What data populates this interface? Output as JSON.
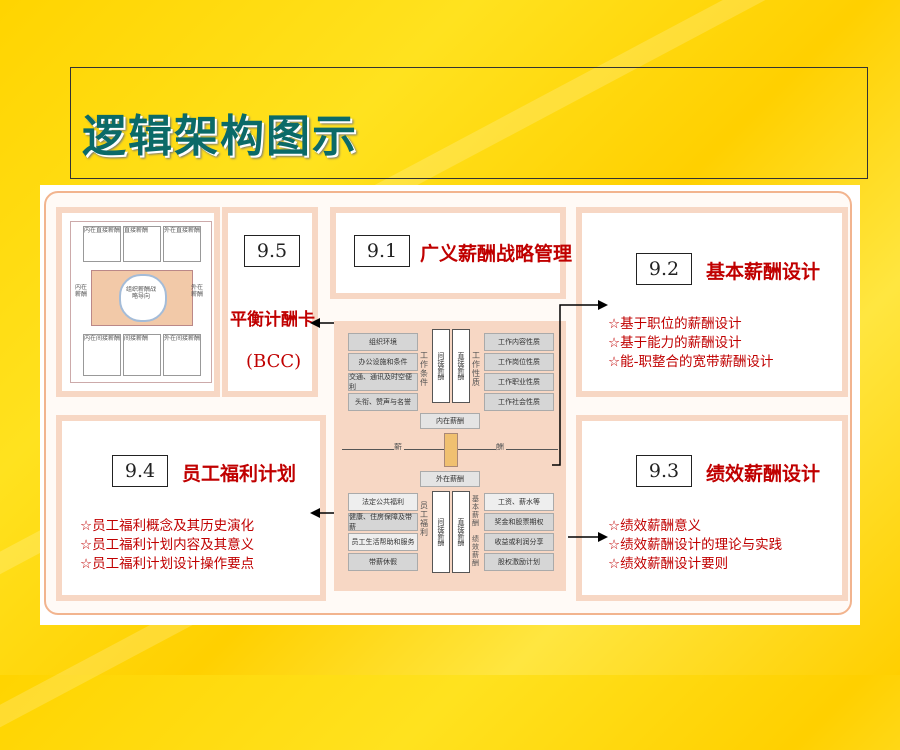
{
  "slide": {
    "title": "逻辑架构图示",
    "accent": "#0b6a68",
    "text_red": "#c00000"
  },
  "box95": {
    "num": "9.5",
    "label": "平衡计酬卡",
    "sub": "(BCC)"
  },
  "box91": {
    "num": "9.1",
    "label": "广义薪酬战略管理"
  },
  "box92": {
    "num": "9.2",
    "label": "基本薪酬设计",
    "items": [
      "☆基于职位的薪酬设计",
      "☆基于能力的薪酬设计",
      "☆能-职整合的宽带薪酬设计"
    ]
  },
  "box93": {
    "num": "9.3",
    "label": "绩效薪酬设计",
    "items": [
      "☆绩效薪酬意义",
      "☆绩效薪酬设计的理论与实践",
      "☆绩效薪酬设计要则"
    ]
  },
  "box94": {
    "num": "9.4",
    "label": "员工福利计划",
    "items": [
      "☆员工福利概念及其历史演化",
      "☆员工福利计划内容及其意义",
      "☆员工福利计划设计操作要点"
    ]
  },
  "diagram": {
    "top_left": [
      "组织环境",
      "办公设施和条件",
      "交通、通讯及时空便利",
      "头衔、赞声与名誉"
    ],
    "top_left_label": "工作条件",
    "top_mid": [
      "间接薪酬",
      "直接薪酬"
    ],
    "top_right_label": "工作性质",
    "top_right": [
      "工作内容性质",
      "工作岗位性质",
      "工作职业性质",
      "工作社会性质"
    ],
    "inner_label": "内在薪酬",
    "divider_left": "薪",
    "divider_right": "酬",
    "outer_label": "外在薪酬",
    "bottom_left": [
      "法定公共福利",
      "健康、住房保障及带薪",
      "员工生活帮助和服务",
      "带薪休假"
    ],
    "bottom_left_label": "员工福利",
    "bottom_mid": [
      "间接薪酬",
      "直接薪酬"
    ],
    "bottom_right_label1": "基本薪酬",
    "bottom_right_label2": "绩效薪酬",
    "bottom_right": [
      "工资、薪水等",
      "奖金和股票期权",
      "收益或利润分享",
      "股权激励计划"
    ]
  },
  "thumb": {
    "top_left": "内在直接薪酬",
    "top_mid": "直接薪酬",
    "top_right": "外在直接薪酬",
    "center": "组织薪酬战略导向",
    "mid_left": "内在薪酬",
    "mid_right": "外在薪酬",
    "bottom_left": "内在间接薪酬",
    "bottom_mid": "间接薪酬",
    "bottom_right": "外在间接薪酬"
  }
}
